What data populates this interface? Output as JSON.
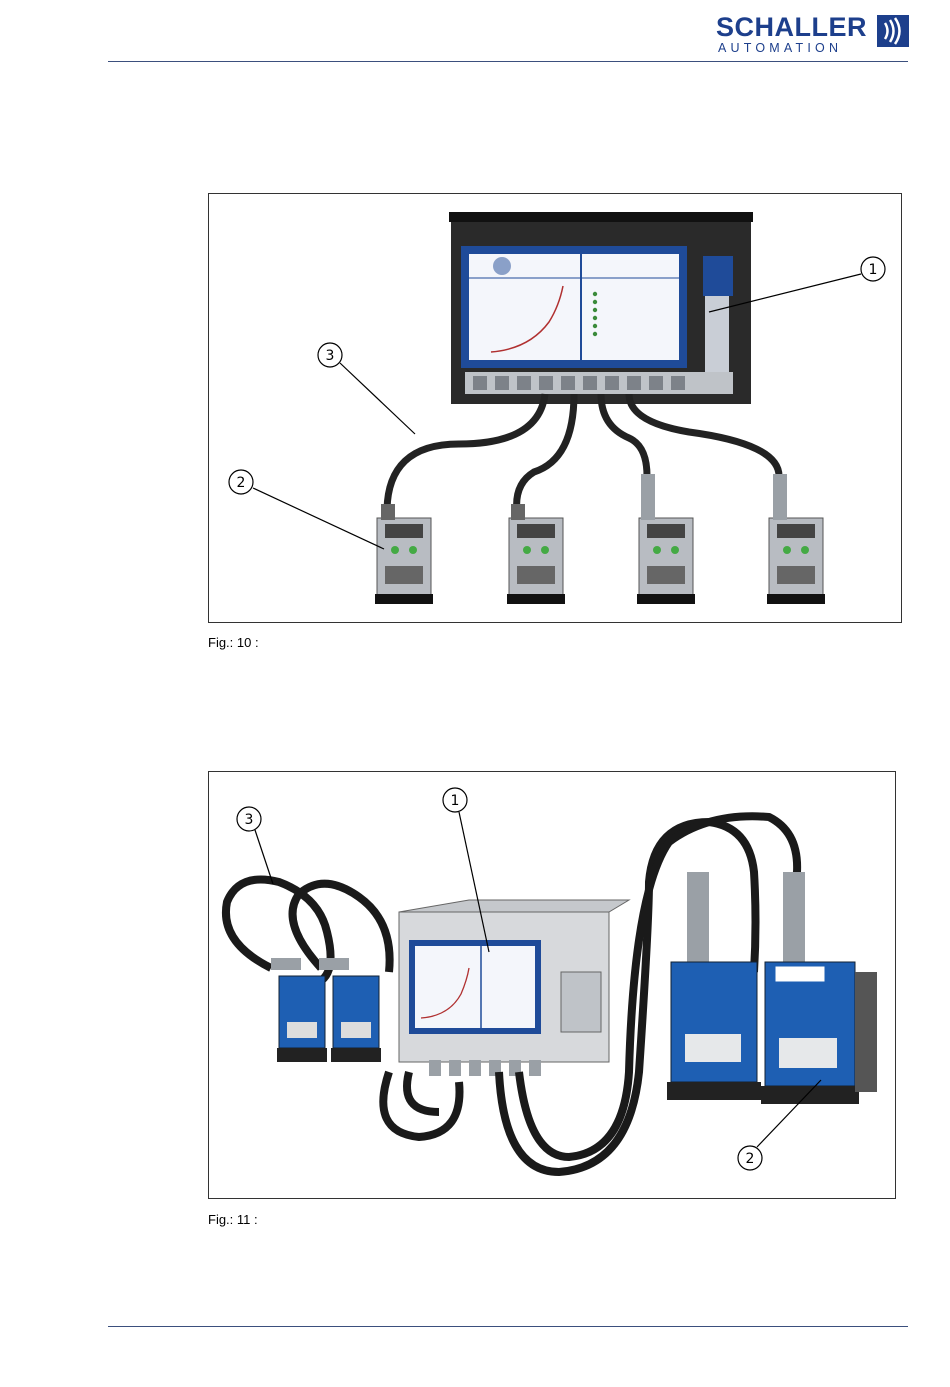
{
  "header": {
    "logo_main": "SCHALLER",
    "logo_sub": "AUTOMATION",
    "brand_color": "#1d3f8c"
  },
  "figures": [
    {
      "caption": "Fig.: 10 :",
      "callouts": [
        "1",
        "2",
        "3"
      ]
    },
    {
      "caption": "Fig.: 11 :",
      "callouts": [
        "1",
        "2",
        "3"
      ]
    }
  ],
  "colors": {
    "rule": "#3b4f7d",
    "sensor_blue": "#1e5fb3",
    "cable": "#222222",
    "screen_frame": "#1f4b99"
  }
}
